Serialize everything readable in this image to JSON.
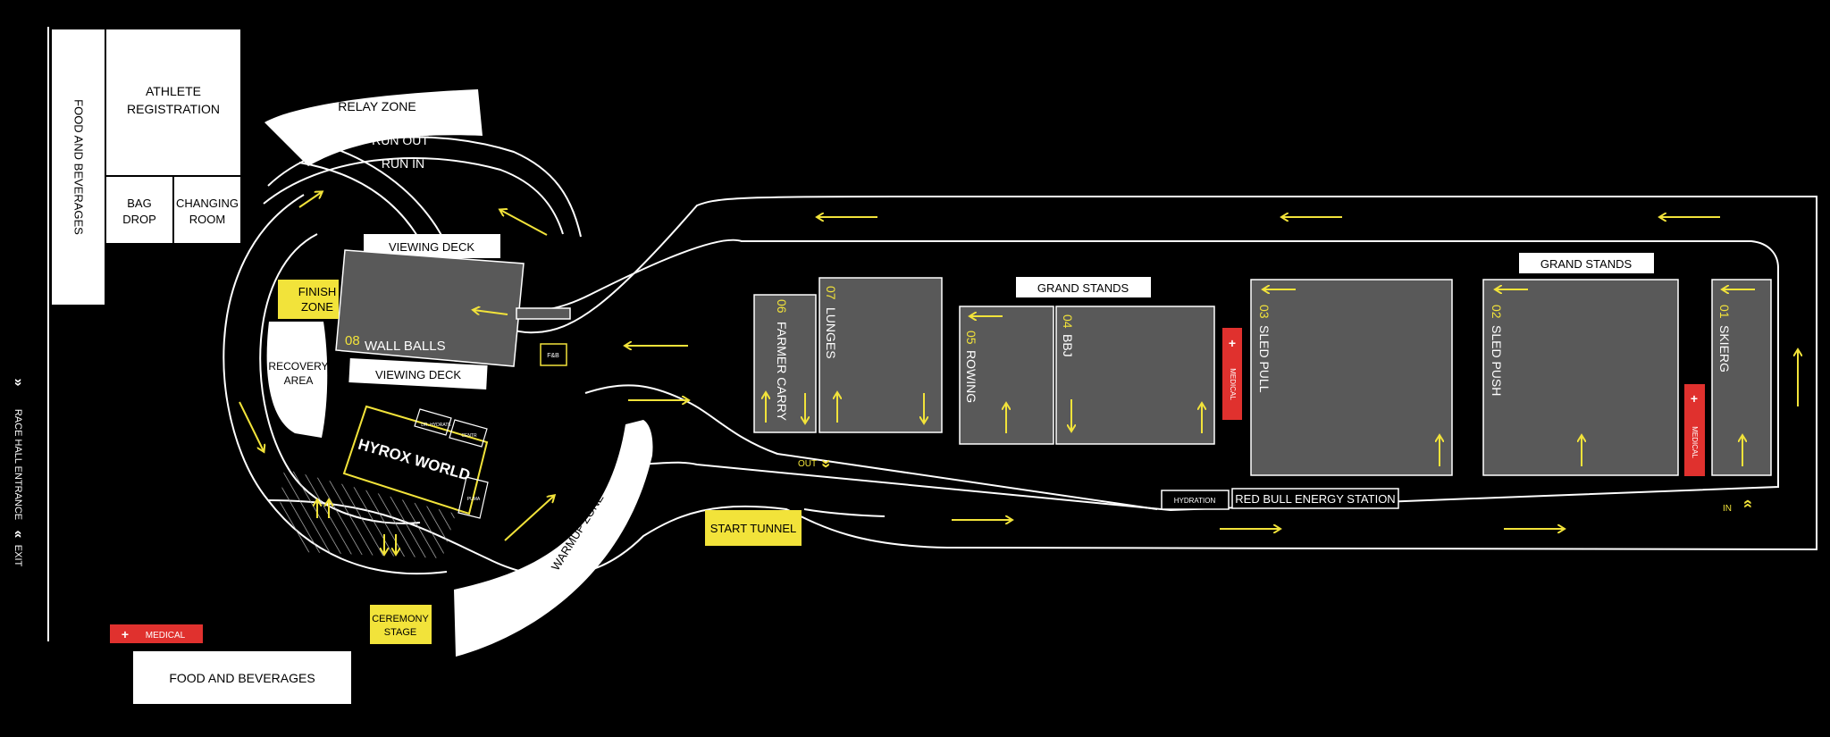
{
  "colors": {
    "background": "#000000",
    "station": "#595959",
    "accent_yellow": "#f2e33a",
    "medical_red": "#e0312e",
    "white": "#ffffff"
  },
  "venue": {
    "food_beverages_top": "FOOD AND BEVERAGES",
    "athlete_registration_1": "ATHLETE",
    "athlete_registration_2": "REGISTRATION",
    "bag_drop_1": "BAG",
    "bag_drop_2": "DROP",
    "changing_1": "CHANGING",
    "changing_2": "ROOM",
    "race_hall_entrance": "RACE HALL ENTRANCE",
    "exit": "EXIT",
    "medical": "MEDICAL",
    "food_beverages_bottom": "FOOD AND BEVERAGES",
    "ceremony_1": "CEREMONY",
    "ceremony_2": "STAGE"
  },
  "zones": {
    "relay_zone": "RELAY ZONE",
    "run_out": "RUN OUT",
    "run_in": "RUN IN",
    "viewing_deck_top": "VIEWING DECK",
    "viewing_deck_bottom": "VIEWING DECK",
    "finish_1": "FINISH",
    "finish_2": "ZONE",
    "recovery_1": "RECOVERY",
    "recovery_2": "AREA",
    "hyrox_world": "HYROX WORLD",
    "booth_small_1": "DR. HYDRATE",
    "booth_small_2": "CENTR",
    "booth_small_3": "PUMA",
    "fnb_small": "F&B",
    "warmup": "WARMUP ZONE",
    "start_tunnel": "START TUNNEL",
    "out_label": "OUT",
    "in_label": "IN",
    "hydration": "HYDRATION",
    "red_bull": "RED BULL ENERGY STATION",
    "grand_stands_1": "GRAND STANDS",
    "grand_stands_2": "GRAND STANDS",
    "medical_track_1": "MEDICAL",
    "medical_track_2": "MEDICAL"
  },
  "stations": {
    "s08": {
      "num": "08",
      "name": "WALL BALLS"
    },
    "s07": {
      "num": "07",
      "name": "LUNGES"
    },
    "s06": {
      "num": "06",
      "name": "FARMER CARRY"
    },
    "s05": {
      "num": "05",
      "name": "ROWING"
    },
    "s04": {
      "num": "04",
      "name": "BBJ"
    },
    "s03": {
      "num": "03",
      "name": "SLED PULL"
    },
    "s02": {
      "num": "02",
      "name": "SLED PUSH"
    },
    "s01": {
      "num": "01",
      "name": "SKIERG"
    }
  }
}
